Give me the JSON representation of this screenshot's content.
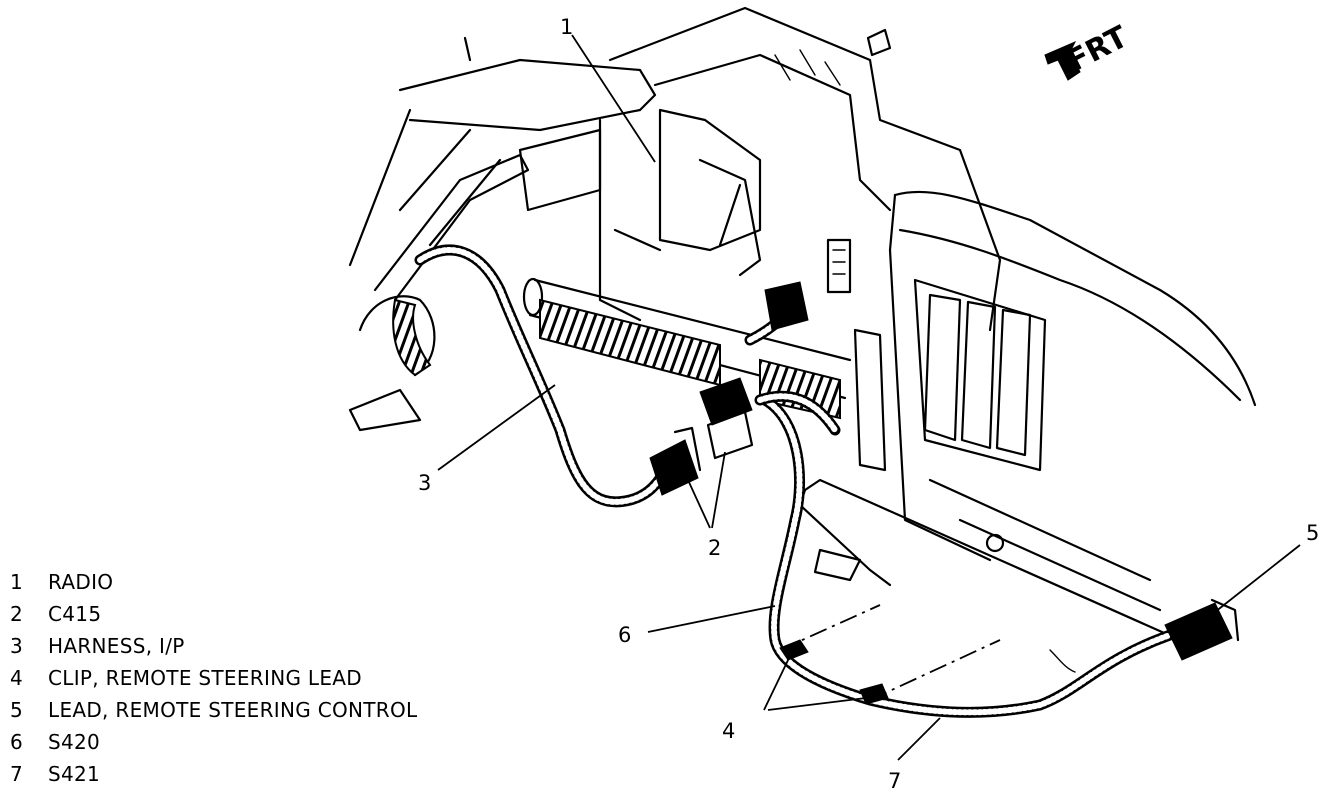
{
  "orientation": {
    "label": "FRT"
  },
  "callouts": [
    "1",
    "2",
    "3",
    "4",
    "5",
    "6",
    "7"
  ],
  "legend": [
    {
      "number": "1",
      "text": "RADIO"
    },
    {
      "number": "2",
      "text": "C415"
    },
    {
      "number": "3",
      "text": "HARNESS, I/P"
    },
    {
      "number": "4",
      "text": "CLIP, REMOTE STEERING LEAD"
    },
    {
      "number": "5",
      "text": "LEAD, REMOTE STEERING CONTROL"
    },
    {
      "number": "6",
      "text": "S420"
    },
    {
      "number": "7",
      "text": "S421"
    }
  ],
  "colors": {
    "ink": "#000000",
    "paper": "#ffffff"
  }
}
